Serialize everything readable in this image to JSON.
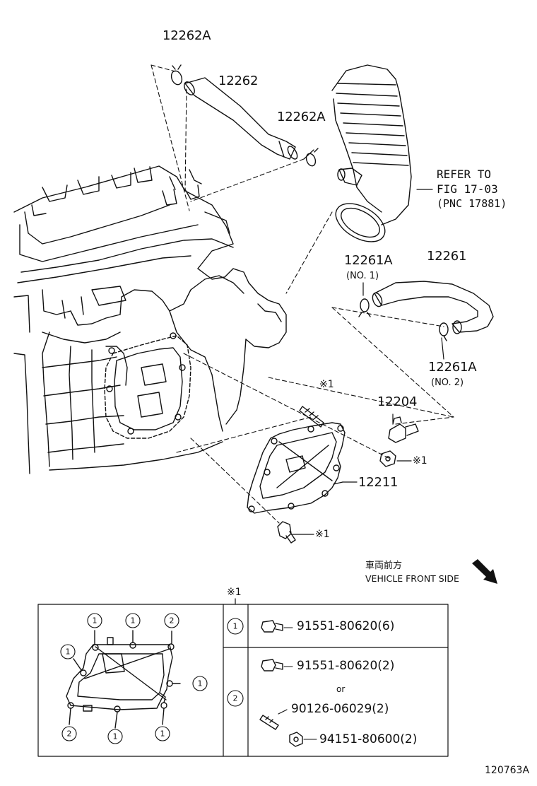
{
  "parts": {
    "p12262A_top": "12262A",
    "p12262": "12262",
    "p12262A_mid": "12262A",
    "p12261A_1": "12261A",
    "p12261A_1_note": "(NO. 1)",
    "p12261": "12261",
    "p12261A_2": "12261A",
    "p12261A_2_note": "(NO. 2)",
    "p12204": "12204",
    "p12211": "12211",
    "stud_mark": "※1",
    "nut_mark": "※1",
    "bolt_mark": "※1"
  },
  "refer": {
    "line1": "REFER TO",
    "line2": "FIG 17-03",
    "line3": "(PNC 17881)"
  },
  "direction": {
    "jp": "車両前方",
    "en": "VEHICLE FRONT SIDE"
  },
  "legend": {
    "header_mark": "※1",
    "key1": "1",
    "key2": "2",
    "rows": [
      {
        "part": "91551-80620(6)"
      },
      {
        "part": "91551-80620(2)"
      },
      {
        "or": "or"
      },
      {
        "part": "90126-06029(2)"
      },
      {
        "part": "94151-80600(2)"
      }
    ],
    "callouts": [
      "1",
      "1",
      "2",
      "1",
      "1",
      "2",
      "1",
      "1"
    ]
  },
  "figure_id": "120763A"
}
